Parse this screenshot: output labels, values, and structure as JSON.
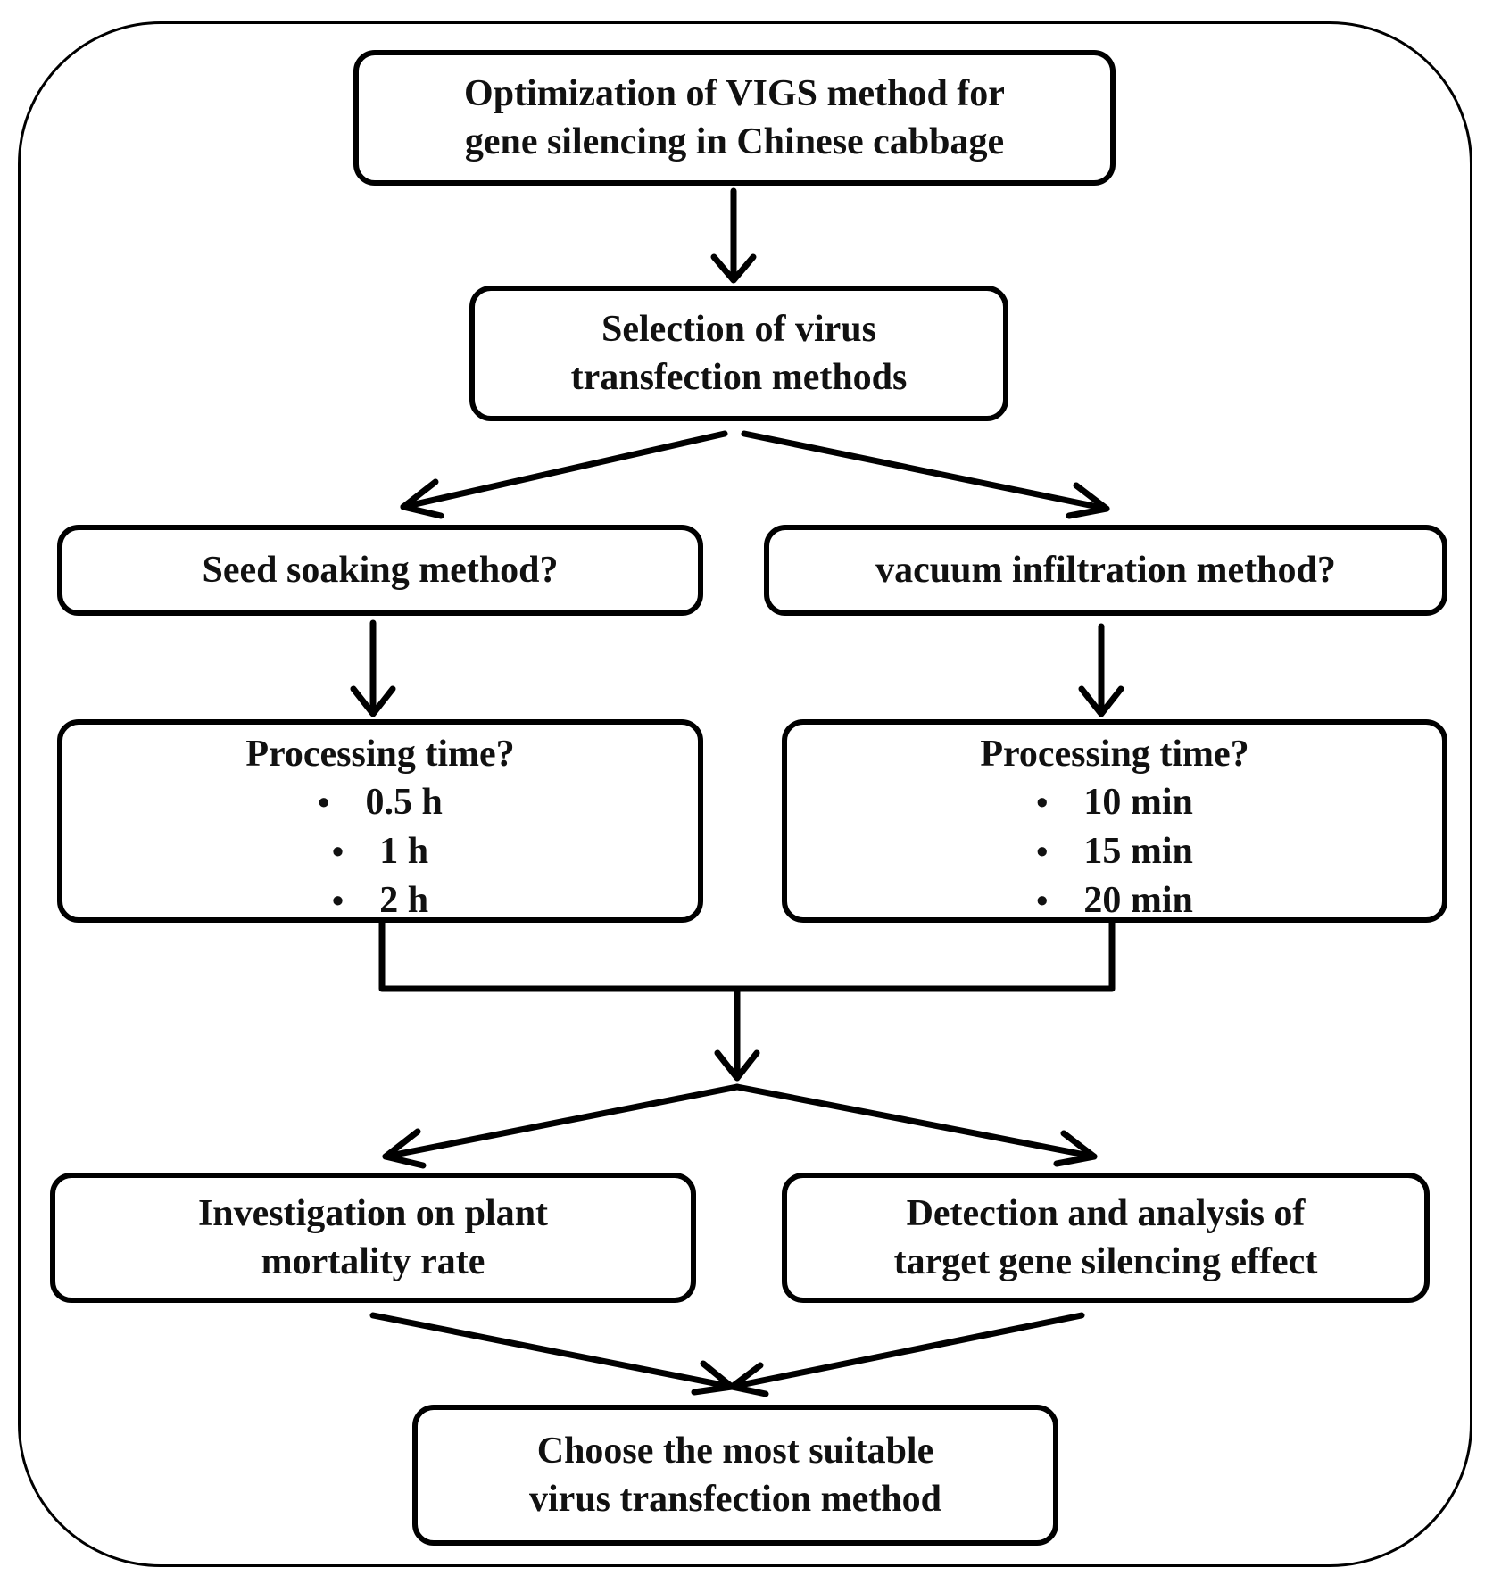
{
  "nodes": {
    "start": {
      "line1": "Optimization of VIGS method for",
      "line2": "gene silencing in Chinese cabbage"
    },
    "selection": {
      "line1": "Selection of virus",
      "line2": "transfection methods"
    },
    "seed_soaking": {
      "label": "Seed soaking method?"
    },
    "vacuum": {
      "label": "vacuum infiltration method?"
    },
    "seed_time": {
      "title": "Processing time?",
      "items": [
        "0.5 h",
        "1 h",
        "2 h"
      ]
    },
    "vacuum_time": {
      "title": "Processing time?",
      "items": [
        "10 min",
        "15 min",
        "20 min"
      ]
    },
    "mortality": {
      "line1": "Investigation on plant",
      "line2": "mortality rate"
    },
    "detection": {
      "line1": "Detection and analysis of",
      "line2": "target gene silencing effect"
    },
    "choose": {
      "line1": "Choose the most suitable",
      "line2": "virus transfection method"
    }
  },
  "bullet_symbol": "•",
  "colors": {
    "stroke": "#000000",
    "text": "#111111",
    "background": "#ffffff"
  }
}
